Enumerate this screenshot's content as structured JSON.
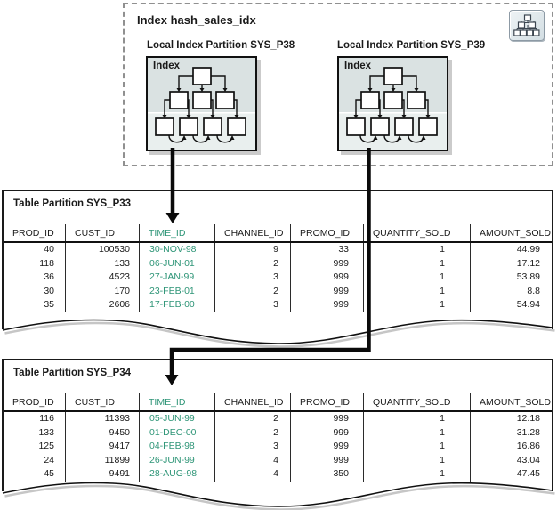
{
  "diagram": {
    "title": "Index hash_sales_idx",
    "hierarchy_icon": "hierarchy-tree-icon",
    "index_partitions": [
      {
        "label": "Local Index Partition SYS_P38",
        "box_label": "Index"
      },
      {
        "label": "Local Index Partition SYS_P39",
        "box_label": "Index"
      }
    ]
  },
  "colors": {
    "key_column_teal": "#2E9577",
    "index_box_band_top": "#DAE2E2",
    "index_box_band_bottom": "#E9EFEE",
    "dashed_border_gray": "#909090"
  },
  "tables": [
    {
      "title": "Table Partition SYS_P33",
      "columns": [
        "PROD_ID",
        "CUST_ID",
        "TIME_ID",
        "CHANNEL_ID",
        "PROMO_ID",
        "QUANTITY_SOLD",
        "AMOUNT_SOLD"
      ],
      "rows": [
        [
          "40",
          "100530",
          "30-NOV-98",
          "9",
          "33",
          "1",
          "44.99"
        ],
        [
          "118",
          "133",
          "06-JUN-01",
          "2",
          "999",
          "1",
          "17.12"
        ],
        [
          "36",
          "4523",
          "27-JAN-99",
          "3",
          "999",
          "1",
          "53.89"
        ],
        [
          "30",
          "170",
          "23-FEB-01",
          "2",
          "999",
          "1",
          "8.8"
        ],
        [
          "35",
          "2606",
          "17-FEB-00",
          "3",
          "999",
          "1",
          "54.94"
        ]
      ]
    },
    {
      "title": "Table Partition SYS_P34",
      "columns": [
        "PROD_ID",
        "CUST_ID",
        "TIME_ID",
        "CHANNEL_ID",
        "PROMO_ID",
        "QUANTITY_SOLD",
        "AMOUNT_SOLD"
      ],
      "rows": [
        [
          "116",
          "11393",
          "05-JUN-99",
          "2",
          "999",
          "1",
          "12.18"
        ],
        [
          "133",
          "9450",
          "01-DEC-00",
          "2",
          "999",
          "1",
          "31.28"
        ],
        [
          "125",
          "9417",
          "04-FEB-98",
          "3",
          "999",
          "1",
          "16.86"
        ],
        [
          "24",
          "11899",
          "26-JUN-99",
          "4",
          "999",
          "1",
          "43.04"
        ],
        [
          "45",
          "9491",
          "28-AUG-98",
          "4",
          "350",
          "1",
          "47.45"
        ]
      ]
    }
  ]
}
